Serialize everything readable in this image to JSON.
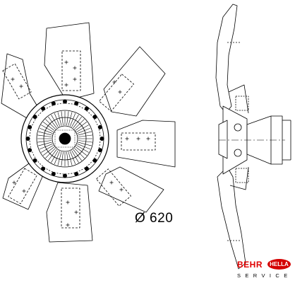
{
  "diagram": {
    "diameter_label": "Ø 620"
  },
  "brand": {
    "behr_label": "BEHR",
    "hella_label": "HELLA",
    "service_label": "SERVICE",
    "colors": {
      "behr_red": "#e00000",
      "hella_red": "#d40000",
      "line": "#000000"
    }
  }
}
